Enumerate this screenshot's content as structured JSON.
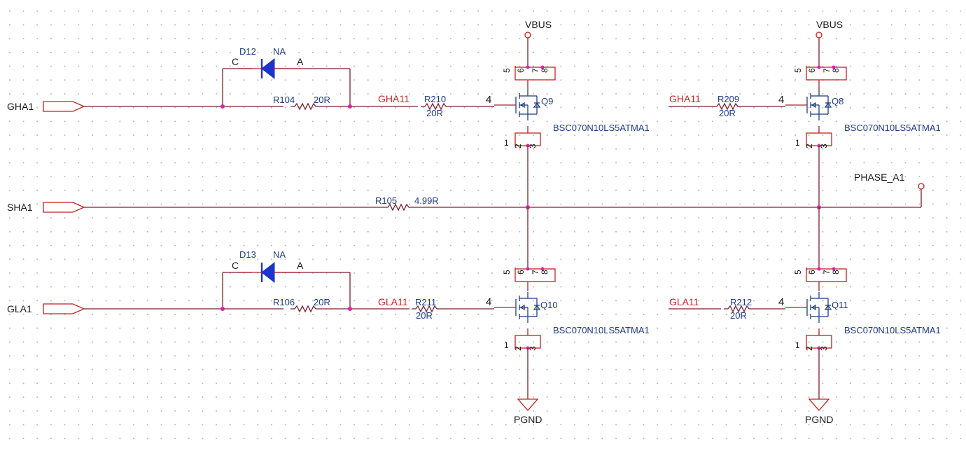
{
  "ports": {
    "gha1": "GHA1",
    "sha1": "SHA1",
    "gla1": "GLA1"
  },
  "power": {
    "vbus": "VBUS",
    "pgnd": "PGND",
    "phase": "PHASE_A1"
  },
  "nets": {
    "gha11": "GHA11",
    "gla11": "GLA11"
  },
  "diodes": [
    {
      "ref": "D12",
      "value": "NA",
      "cathode": "C",
      "anode": "A"
    },
    {
      "ref": "D13",
      "value": "NA",
      "cathode": "C",
      "anode": "A"
    }
  ],
  "resistors": {
    "r104": {
      "ref": "R104",
      "value": "20R"
    },
    "r105": {
      "ref": "R105",
      "value": "4.99R"
    },
    "r106": {
      "ref": "R106",
      "value": "20R"
    },
    "r209": {
      "ref": "R209",
      "value": "20R"
    },
    "r210": {
      "ref": "R210",
      "value": "20R"
    },
    "r211": {
      "ref": "R211",
      "value": "20R"
    },
    "r212": {
      "ref": "R212",
      "value": "20R"
    }
  },
  "mosfets": {
    "q8": {
      "ref": "Q8",
      "part": "BSC070N10LS5ATMA1"
    },
    "q9": {
      "ref": "Q9",
      "part": "BSC070N10LS5ATMA1"
    },
    "q10": {
      "ref": "Q10",
      "part": "BSC070N10LS5ATMA1"
    },
    "q11": {
      "ref": "Q11",
      "part": "BSC070N10LS5ATMA1"
    }
  },
  "pins": {
    "drain_top": [
      "5",
      "6",
      "7",
      "8"
    ],
    "source_bottom": [
      "1",
      "2",
      "3"
    ],
    "gate": "4"
  },
  "colors": {
    "wire": "#7a1f2e",
    "port": "#c81e1e",
    "net_label": "#cc2222",
    "part_label": "#1e3a8a",
    "junction": "#e21ea8",
    "diode": "#1c34c9",
    "grid": "#b9b9b9"
  }
}
